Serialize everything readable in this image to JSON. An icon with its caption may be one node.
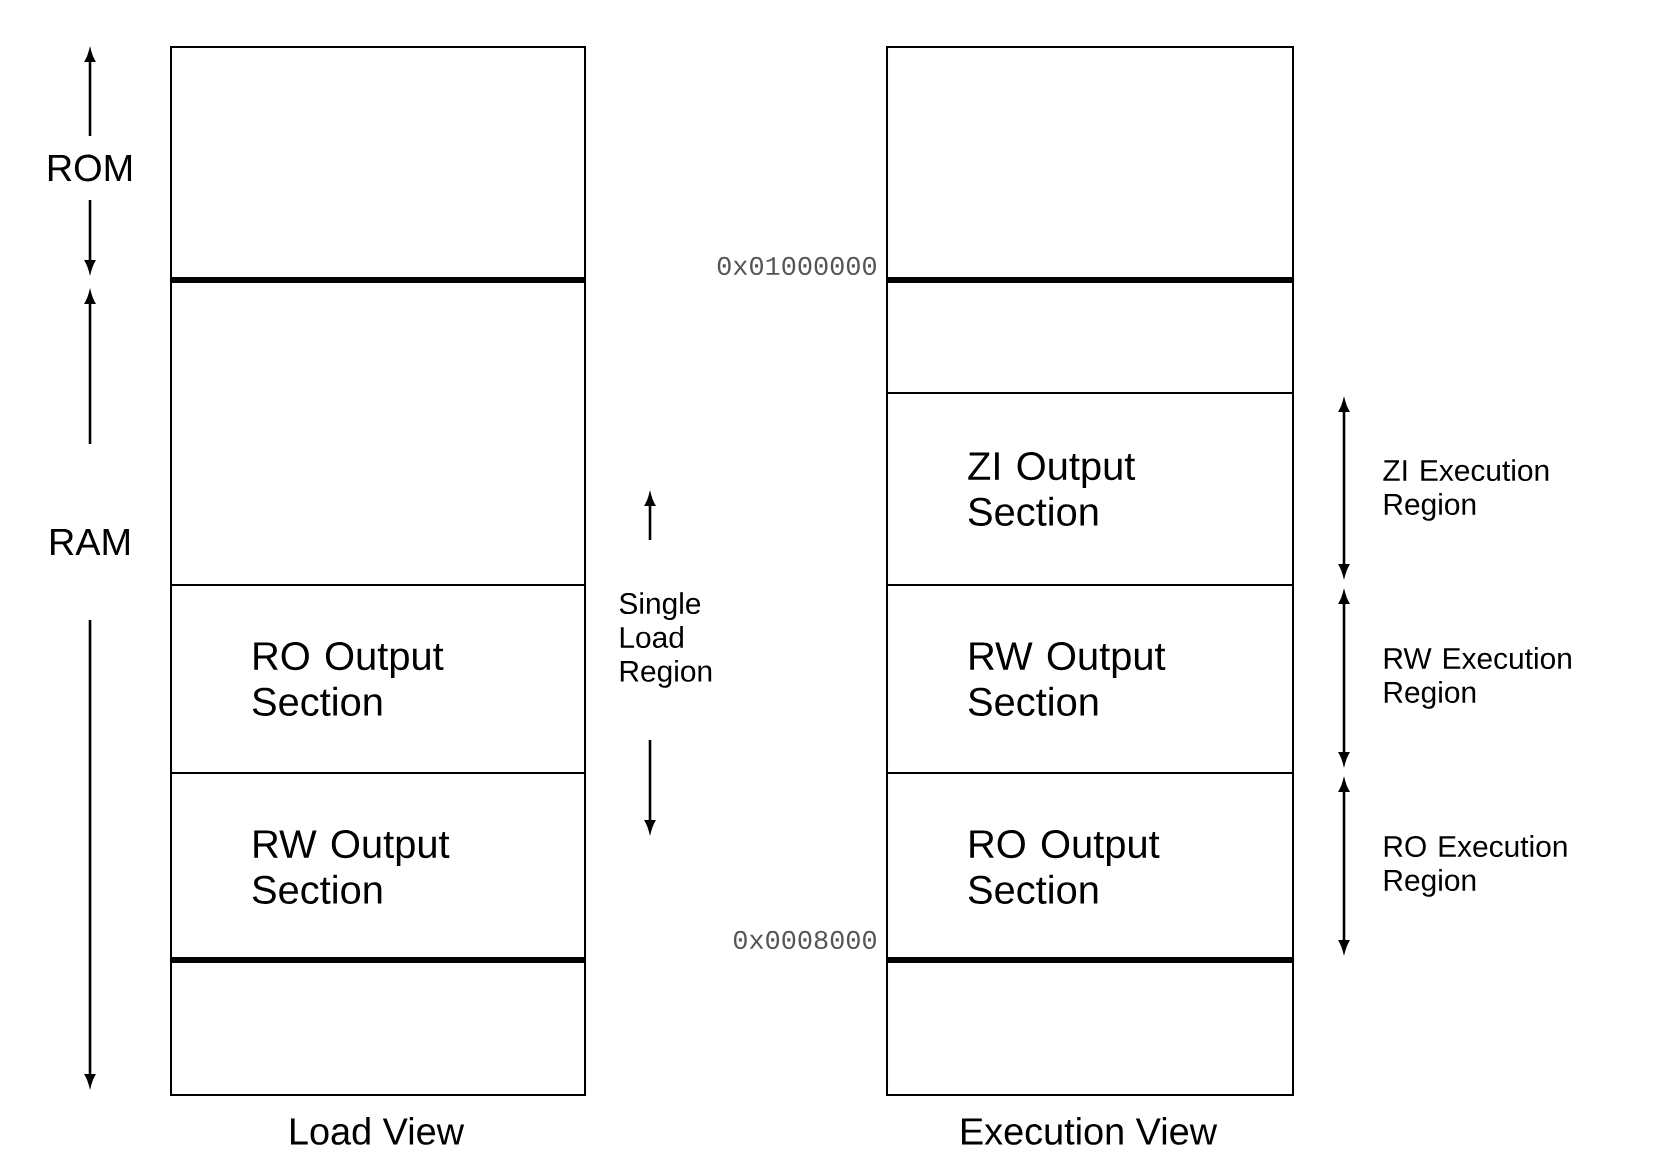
{
  "diagram": {
    "nodes": [
      {
        "text": [
          "Load View"
        ]
      },
      {
        "text": [],
        "shape": "box",
        "in": 0
      },
      {
        "text": [],
        "shape": "box",
        "in": 0
      },
      {
        "text": [
          "RO Output Section"
        ],
        "in": 0
      },
      {
        "text": [
          "RW Output Section"
        ],
        "in": 0
      },
      {
        "text": [],
        "shape": "box",
        "in": 0
      },
      {
        "text": [
          "Execution View"
        ]
      },
      {
        "text": [],
        "shape": "box",
        "in": 6
      },
      {
        "text": [],
        "shape": "box",
        "in": 6
      },
      {
        "text": [
          "ZI Output Section"
        ],
        "in": 6
      },
      {
        "text": [
          "RW Output Section"
        ],
        "in": 6
      },
      {
        "text": [
          "RO Output Section"
        ],
        "in": 6
      },
      {
        "text": [],
        "shape": "box",
        "in": 6
      }
    ],
    "edges": [],
    "labels": [
      "ROM",
      "0x01000000",
      "RAM",
      "Single Load Region",
      "ZI Execution Region",
      "RW Execution Region",
      "0x0008000",
      "RO Execution Region"
    ]
  }
}
